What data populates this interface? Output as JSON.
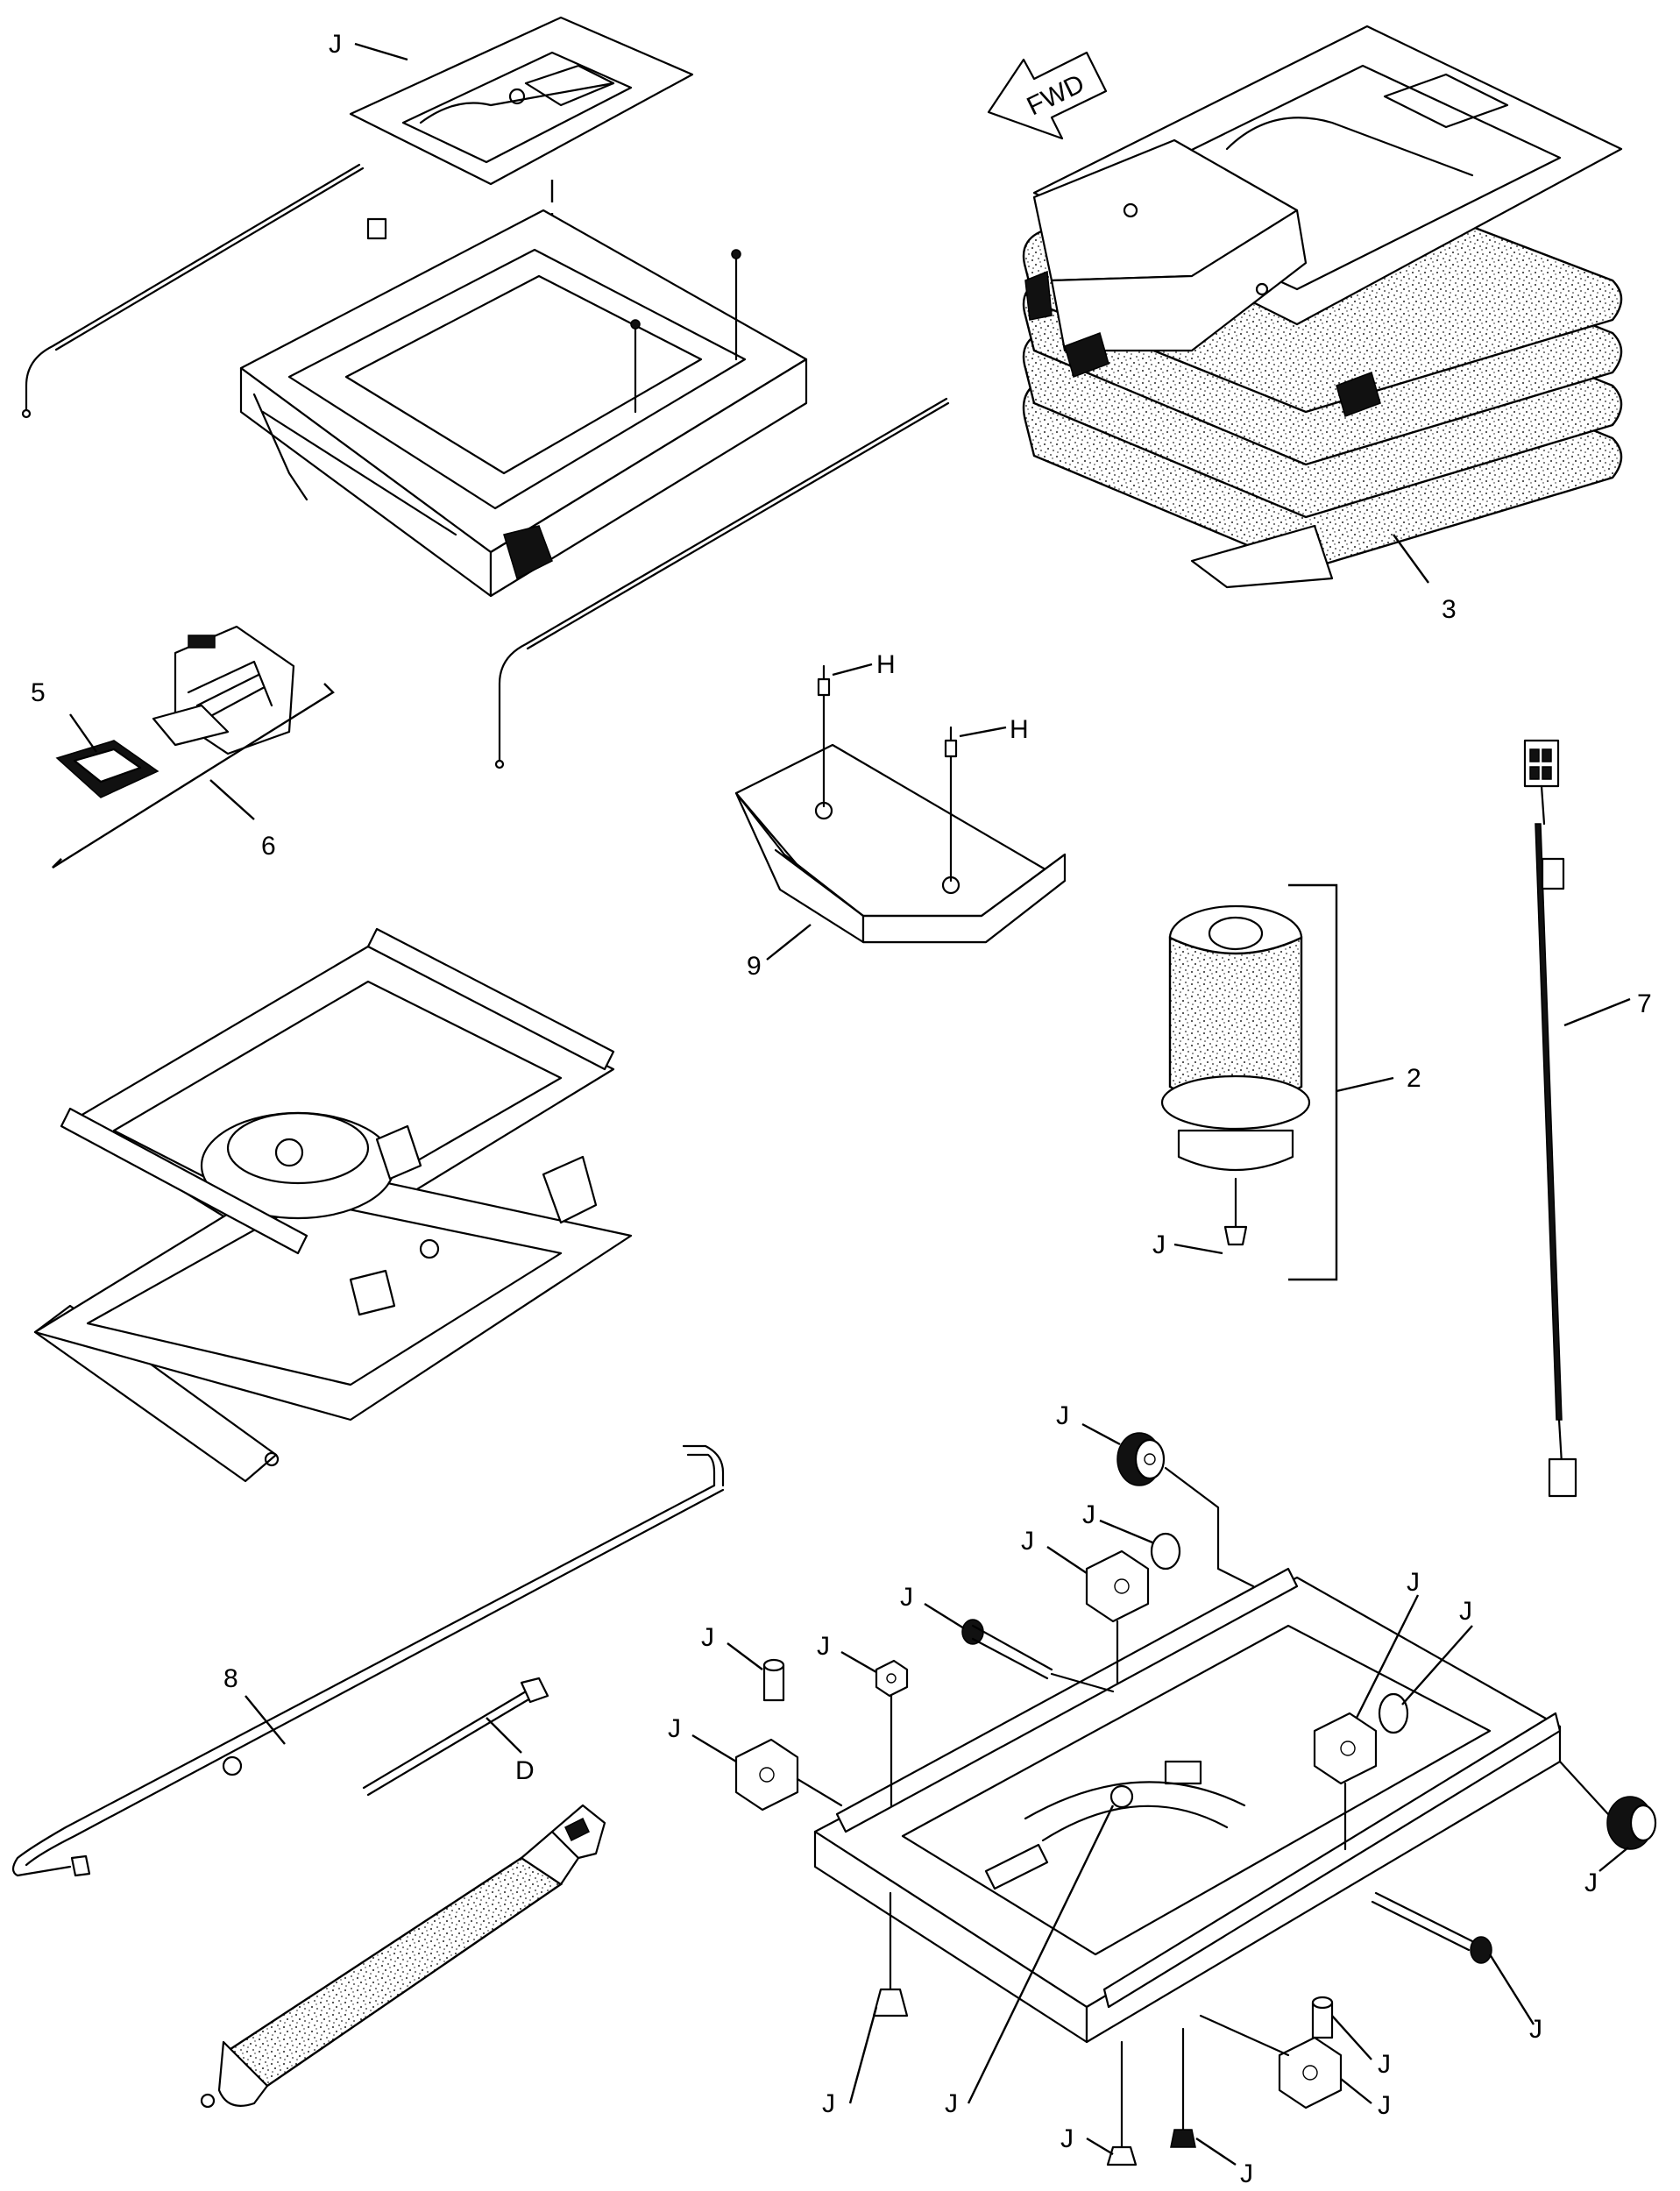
{
  "fwd_arrow": {
    "text": "FWD"
  },
  "callouts": {
    "item_2": "2",
    "item_3": "3",
    "item_5": "5",
    "item_6": "6",
    "item_7": "7",
    "item_8": "8",
    "item_9": "9",
    "h_top": "H",
    "h_right": "H",
    "d_rod": "D",
    "j_top_plate": "J",
    "j_spring": "J",
    "j_bushing_top": "J",
    "j_bushing_2": "J",
    "j_block_1": "J",
    "j_bolt_1": "J",
    "j_pin_left": "J",
    "j_nut_left": "J",
    "j_block_left": "J",
    "j_block_right": "J",
    "j_bushing_right": "J",
    "j_roller_right": "J",
    "j_bolt_right": "J",
    "j_pin_right": "J",
    "j_block_bottom": "J",
    "j_bolt_bottom_left": "J",
    "j_center_nut": "J",
    "j_bolt_bottom_1": "J",
    "j_bolt_bottom_2": "J"
  }
}
